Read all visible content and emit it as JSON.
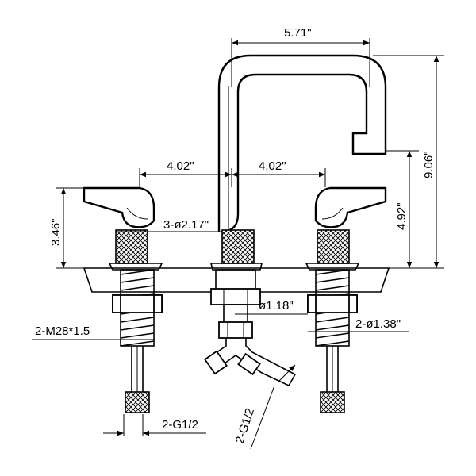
{
  "dimensions": {
    "spout_reach": "5.71\"",
    "total_height": "9.06\"",
    "spout_height": "4.92\"",
    "spread_left": "4.02\"",
    "spread_right": "4.02\"",
    "handle_height": "3.46\"",
    "hole_diameter": "3-ø2.17\"",
    "shank_diameter": "ø1.18\"",
    "nut_diameter": "2-ø1.38\"",
    "thread_spec": "2-M28*1.5",
    "inlet_connection": "2-G1/2",
    "outlet_connection": "2-G1/2"
  }
}
